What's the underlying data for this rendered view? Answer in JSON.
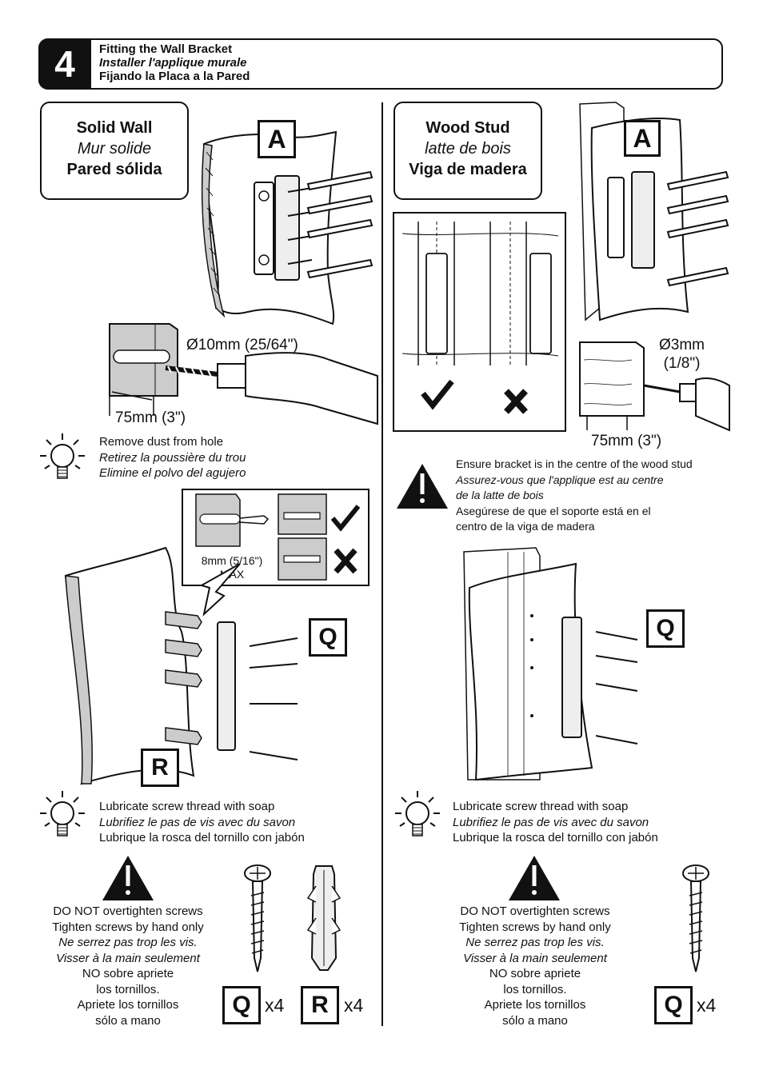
{
  "step": {
    "number": "4",
    "title_en": "Fitting the Wall Bracket",
    "title_fr": "Installer l'applique murale",
    "title_es": "Fijando la Placa a la Pared"
  },
  "solid_wall": {
    "label_en": "Solid Wall",
    "label_fr": "Mur solide",
    "label_es": "Pared sólida",
    "part_a": "A",
    "drill_diameter": "Ø10mm (25/64\")",
    "drill_depth": "75mm (3\")",
    "tip_dust": {
      "en": "Remove dust from hole",
      "fr": "Retirez la poussière du trou",
      "es": "Elimine el polvo del agujero"
    },
    "plug_max_line1": "8mm (5/16\")",
    "plug_max_line2": "MAX",
    "part_q": "Q",
    "part_r": "R",
    "tip_soap": {
      "en": "Lubricate screw thread with soap",
      "fr": "Lubrifiez le pas de vis avec du savon",
      "es": "Lubrique la rosca del  tornillo con jabón"
    },
    "warning_lines": [
      "DO NOT overtighten screws",
      "Tighten screws by hand only",
      "Ne serrez pas trop les vis.",
      "Visser à la main seulement",
      "NO sobre apriete",
      "los tornillos.",
      "Apriete los tornillos",
      "sólo a mano"
    ],
    "parts": [
      {
        "letter": "Q",
        "qty": "x4"
      },
      {
        "letter": "R",
        "qty": "x4"
      }
    ]
  },
  "wood_stud": {
    "label_en": "Wood Stud",
    "label_fr": "latte de bois",
    "label_es": "Viga de madera",
    "part_a": "A",
    "drill_diameter_line1": "Ø3mm",
    "drill_diameter_line2": "(1/8\")",
    "drill_depth": "75mm (3\")",
    "warning_center": [
      "Ensure bracket is in the centre of the wood stud",
      "Assurez-vous que l'applique est au centre",
      "de la latte de bois",
      "Asegúrese de que el soporte está en el",
      "centro de la viga de madera"
    ],
    "part_q": "Q",
    "tip_soap": {
      "en": "Lubricate screw thread with soap",
      "fr": "Lubrifiez le pas de vis avec du savon",
      "es": "Lubrique la rosca del  tornillo con jabón"
    },
    "warning_lines": [
      "DO NOT overtighten screws",
      "Tighten screws by hand only",
      "Ne serrez pas trop les vis.",
      "Visser à la main seulement",
      "NO sobre apriete",
      "los tornillos.",
      "Apriete los tornillos",
      "sólo a mano"
    ],
    "parts": [
      {
        "letter": "Q",
        "qty": "x4"
      }
    ]
  }
}
